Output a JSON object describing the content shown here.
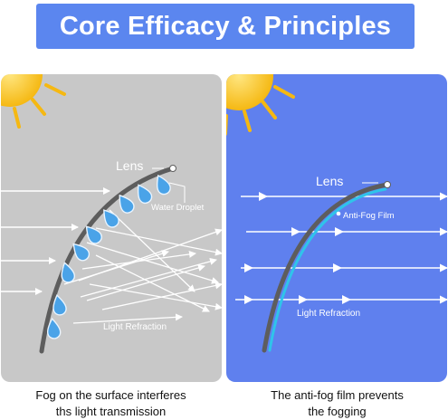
{
  "banner": {
    "title": "Core Efficacy & Principles"
  },
  "left_panel": {
    "lens_label": "Lens",
    "droplet_label": "Water Droplet",
    "refraction_label": "Light Refraction",
    "caption_line1": "Fog on the surface interferes",
    "caption_line2": "ths light transmission"
  },
  "right_panel": {
    "lens_label": "Lens",
    "film_label": "Anti-Fog Film",
    "refraction_label": "Light Refraction",
    "caption_line1": "The anti-fog film prevents",
    "caption_line2": "the fogging"
  },
  "colors": {
    "banner": "#5b86ef",
    "left_background": "#c8c8c8",
    "right_background": "#5f80ee",
    "sun": "#f5b812",
    "droplet": "#4aa3e8",
    "film": "#2fc4ea"
  },
  "icons": [
    "sun-icon",
    "water-droplet-icon",
    "arrow-icon"
  ]
}
